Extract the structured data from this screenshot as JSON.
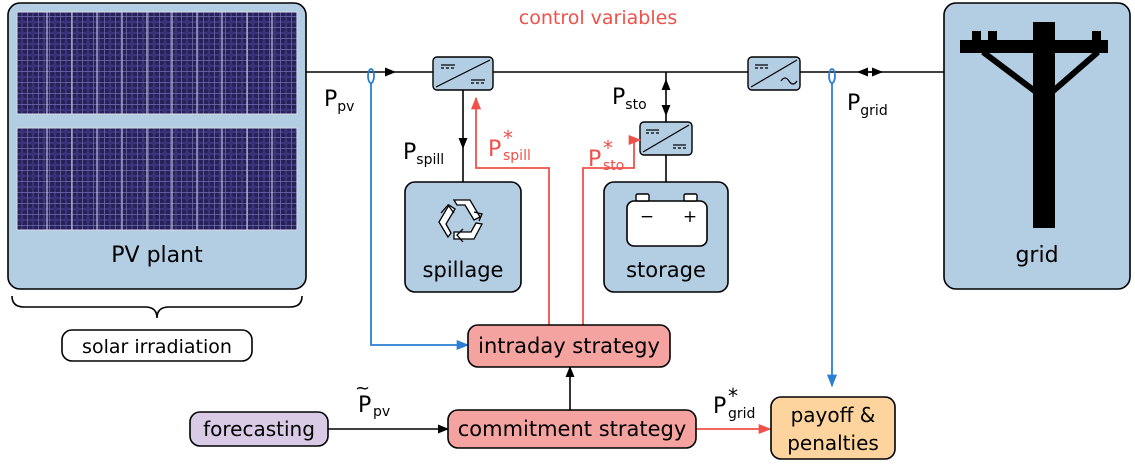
{
  "title": "control variables",
  "blocks": {
    "pv_plant": "PV plant",
    "spillage": "spillage",
    "storage": "storage",
    "grid": "grid",
    "solar_irradiation": "solar irradiation",
    "intraday_strategy": "intraday strategy",
    "commitment_strategy": "commitment strategy",
    "forecasting": "forecasting",
    "payoff_line1": "payoff &",
    "payoff_line2": "penalties"
  },
  "signals": {
    "p_pv": {
      "base": "P",
      "sub": "pv"
    },
    "p_sto": {
      "base": "P",
      "sub": "sto"
    },
    "p_grid": {
      "base": "P",
      "sub": "grid"
    },
    "p_spill": {
      "base": "P",
      "sub": "spill"
    },
    "p_spill_star": {
      "base": "P",
      "sup": "*",
      "sub": "spill"
    },
    "p_sto_star": {
      "base": "P",
      "sup": "*",
      "sub": "sto"
    },
    "p_grid_star": {
      "base": "P",
      "sup": "*",
      "sub": "grid"
    },
    "p_pv_forecast": {
      "base": "P",
      "accent": "~",
      "sub": "pv"
    }
  },
  "battery_signs": {
    "minus": "−",
    "plus": "+"
  },
  "colors": {
    "block_blue": "#b3cde3",
    "control_red": "#f0504a",
    "measure_blue": "#2a7fd4",
    "intraday_fill": "#f5a3a0",
    "commitment_fill": "#f5a3a0",
    "forecast_fill": "#d9cbe6",
    "payoff_fill": "#fdd49e",
    "panel_dark": "#2a2560"
  },
  "icons": {
    "pv_panels": "solar-panel-icon",
    "spillage": "recycle-icon",
    "storage": "battery-icon",
    "grid": "utility-pole-icon",
    "converter": "converter-icon"
  }
}
